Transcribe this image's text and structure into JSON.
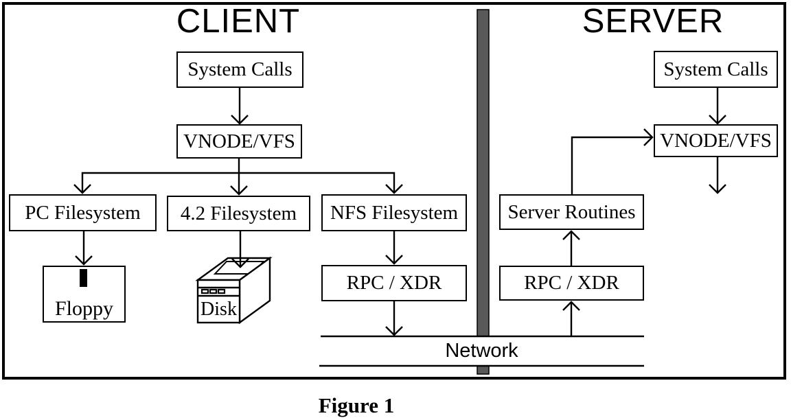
{
  "figure": {
    "caption": "Figure 1"
  },
  "client": {
    "title": "CLIENT",
    "nodes": {
      "system_calls": "System Calls",
      "vnode_vfs": "VNODE/VFS",
      "pc_filesystem": "PC Filesystem",
      "fs_42": "4.2 Filesystem",
      "nfs_filesystem": "NFS Filesystem",
      "rpc_xdr": "RPC / XDR",
      "floppy": "Floppy",
      "disk": "Disk"
    }
  },
  "server": {
    "title": "SERVER",
    "nodes": {
      "system_calls": "System Calls",
      "vnode_vfs": "VNODE/VFS",
      "server_routines": "Server Routines",
      "rpc_xdr": "RPC / XDR"
    }
  },
  "network": {
    "label": "Network"
  },
  "icons": {
    "disk": "disk-3d-icon",
    "floppy_slot": "floppy-slot-icon",
    "divider": "network-divider-bar"
  },
  "colors": {
    "line": "#000000",
    "divider_gray": "#595959",
    "background": "#ffffff"
  }
}
